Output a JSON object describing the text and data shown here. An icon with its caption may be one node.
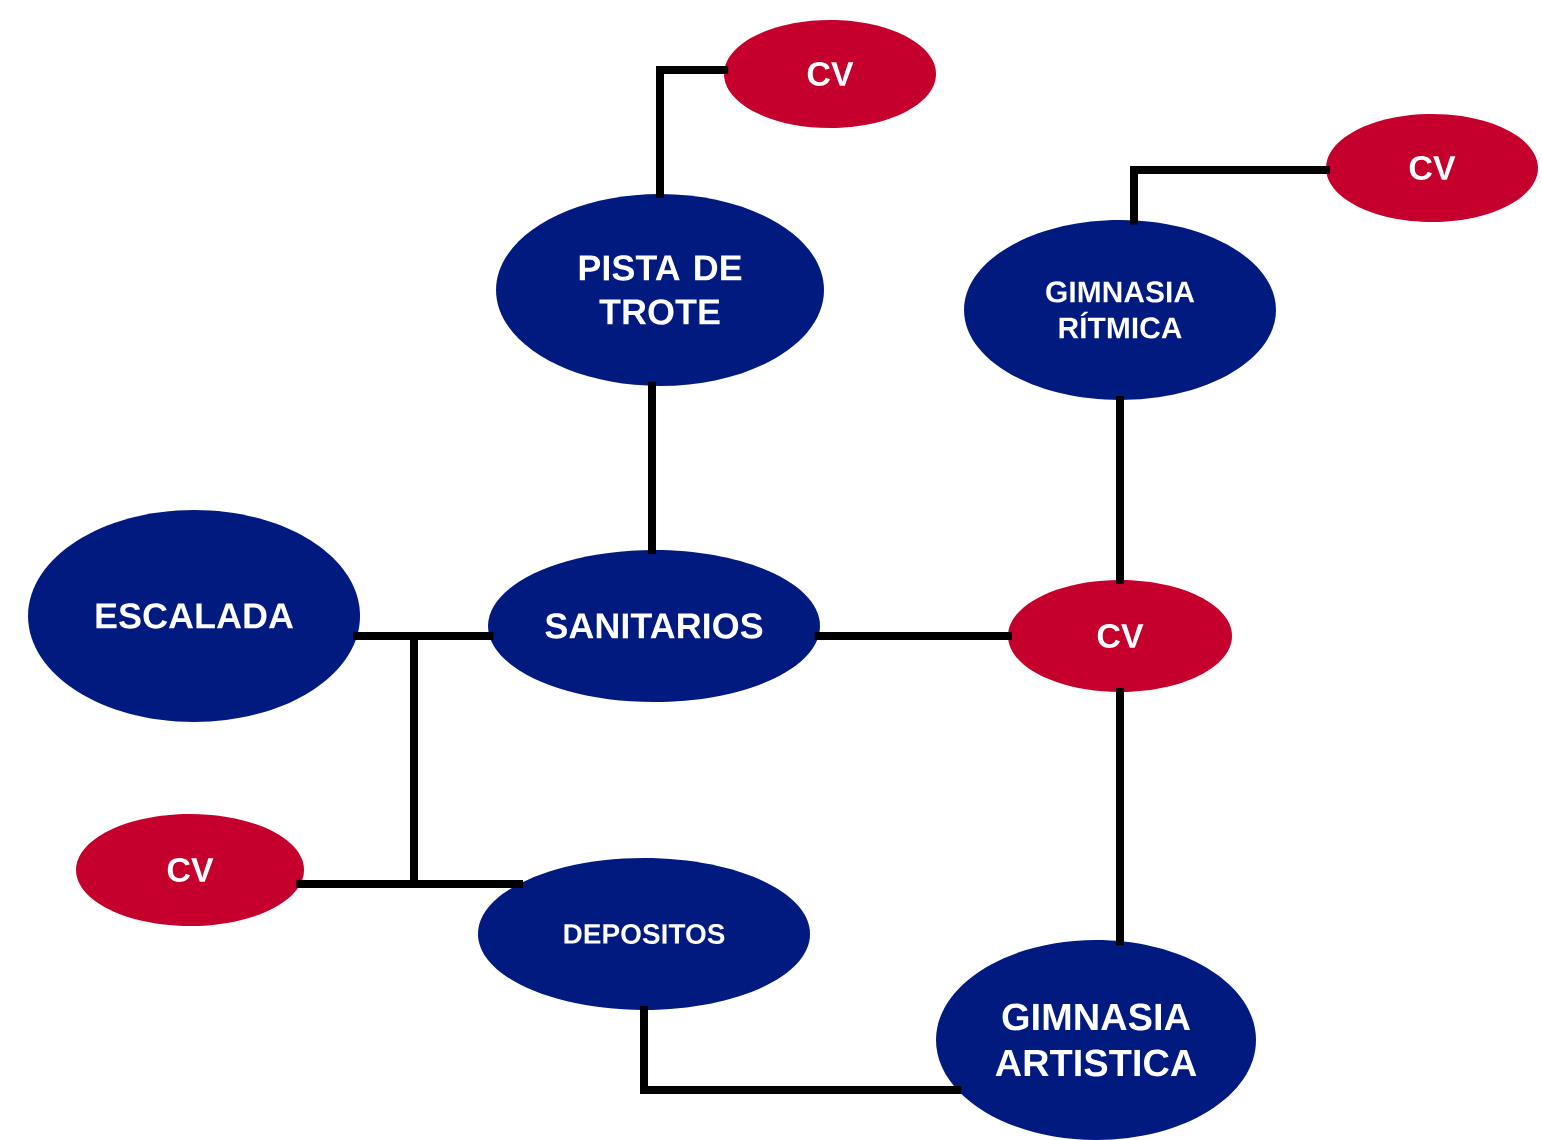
{
  "diagram": {
    "nodes": [
      {
        "text": [
          "CV"
        ]
      },
      {
        "text": [
          "PISTA DE TROTE"
        ]
      },
      {
        "text": [
          "CV"
        ]
      },
      {
        "text": [
          "GIMNASIA RÍTMICA"
        ]
      },
      {
        "text": [
          "ESCALADA"
        ]
      },
      {
        "text": [
          "SANITARIOS"
        ]
      },
      {
        "text": [
          "CV"
        ]
      },
      {
        "text": [
          "CV"
        ]
      },
      {
        "text": [
          "DEPOSITOS"
        ]
      },
      {
        "text": [
          "GIMNASIA ARTISTICA"
        ]
      }
    ],
    "edges": [
      {
        "from": 0,
        "to": 1,
        "arrow": "none"
      },
      {
        "from": 1,
        "to": 5,
        "arrow": "none"
      },
      {
        "from": 2,
        "to": 3,
        "arrow": "none"
      },
      {
        "from": 3,
        "to": 6,
        "arrow": "none"
      },
      {
        "from": 5,
        "to": 6,
        "arrow": "none"
      },
      {
        "from": 6,
        "to": 9,
        "arrow": "none"
      },
      {
        "from": 4,
        "to": 5,
        "arrow": "none"
      },
      {
        "from": 7,
        "to": 8,
        "arrow": "none"
      },
      {
        "from": 4,
        "to": 8,
        "arrow": "none"
      },
      {
        "from": 8,
        "to": 9,
        "arrow": "none"
      }
    ]
  }
}
